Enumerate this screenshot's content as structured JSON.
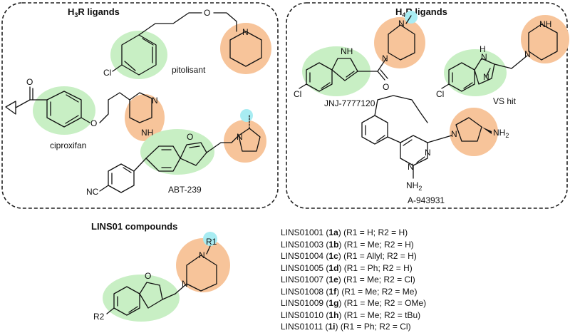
{
  "colors": {
    "aromatic_ring": "#c8efc4",
    "amine_ring": "#f7c49a",
    "substituent": "#a8ecf2",
    "border": "#222222"
  },
  "panels": {
    "h3": {
      "title_main": "H",
      "title_sub": "3",
      "title_rest": "R ligands"
    },
    "h4": {
      "title_main": "H",
      "title_sub": "4",
      "title_rest": "R ligands"
    },
    "lins": {
      "title": "LINS01 compounds"
    }
  },
  "compounds": {
    "pitolisant": "pitolisant",
    "ciproxifan": "ciproxifan",
    "abt239": "ABT-239",
    "jnj": "JNJ-7777120",
    "vshit": "VS hit",
    "a943931": "A-943931"
  },
  "atoms": {
    "cl": "Cl",
    "o": "O",
    "n": "N",
    "h": "H",
    "nh": "NH",
    "nc": "NC",
    "nh2_right": "NH",
    "nh2_left": "NH",
    "two": "2",
    "r1": "R1",
    "r2": "R2"
  },
  "lins_list": [
    {
      "code": "LINS01001",
      "id": "1a",
      "desc": "(R1 = H; R2 = H)"
    },
    {
      "code": "LINS01003",
      "id": "1b",
      "desc": "(R1 = Me; R2 = H)"
    },
    {
      "code": "LINS01004",
      "id": "1c",
      "desc": "(R1 = Allyl; R2 = H)"
    },
    {
      "code": "LINS01005",
      "id": "1d",
      "desc": "(R1 = Ph; R2 = H)"
    },
    {
      "code": "LINS01007",
      "id": "1e",
      "desc": "(R1 = Me; R2 = Cl)"
    },
    {
      "code": "LINS01008",
      "id": "1f",
      "desc": "(R1 = Me; R2 = Me)"
    },
    {
      "code": "LINS01009",
      "id": "1g",
      "desc": "(R1 = Me; R2 = OMe)"
    },
    {
      "code": "LINS01010",
      "id": "1h",
      "desc": "(R1 = Me; R2 = tBu)"
    },
    {
      "code": "LINS01011",
      "id": "1i",
      "desc": "(R1 = Ph; R2 = Cl)"
    }
  ]
}
